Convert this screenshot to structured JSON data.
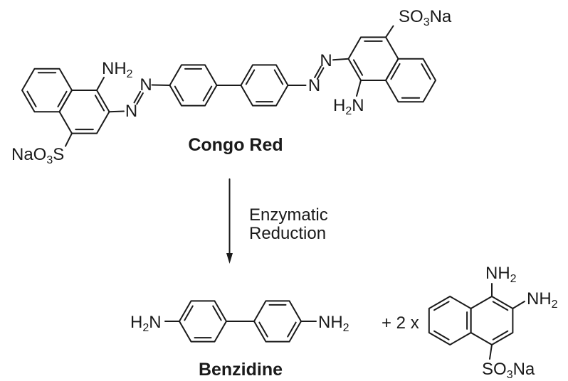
{
  "congo_red": {
    "caption": "Congo Red",
    "left_amine": {
      "main": "NH",
      "sub": "2"
    },
    "left_sulfonate": {
      "p1": "NaO",
      "sub": "3",
      "p2": "S"
    },
    "azo_left": {
      "n1": "N",
      "n2": "N"
    },
    "azo_right": {
      "n1": "N",
      "n2": "N"
    },
    "right_amine": {
      "p1": "H",
      "sub": "2",
      "p2": "N"
    },
    "right_sulfonate": {
      "p1": "SO",
      "sub": "3",
      "p2": "Na"
    }
  },
  "arrow": {
    "line1": "Enzymatic",
    "line2": "Reduction"
  },
  "benzidine": {
    "caption": "Benzidine",
    "left_amine": {
      "p1": "H",
      "sub": "2",
      "p2": "N"
    },
    "right_amine": {
      "main": "NH",
      "sub": "2"
    }
  },
  "plus": "+ 2 x",
  "product_naphthalene": {
    "top_amine": {
      "main": "NH",
      "sub": "2"
    },
    "side_amine": {
      "main": "NH",
      "sub": "2"
    },
    "sulfonate": {
      "p1": "SO",
      "sub": "3",
      "p2": "Na"
    }
  },
  "colors": {
    "ink": "#1a1a1a",
    "background": "#ffffff"
  }
}
